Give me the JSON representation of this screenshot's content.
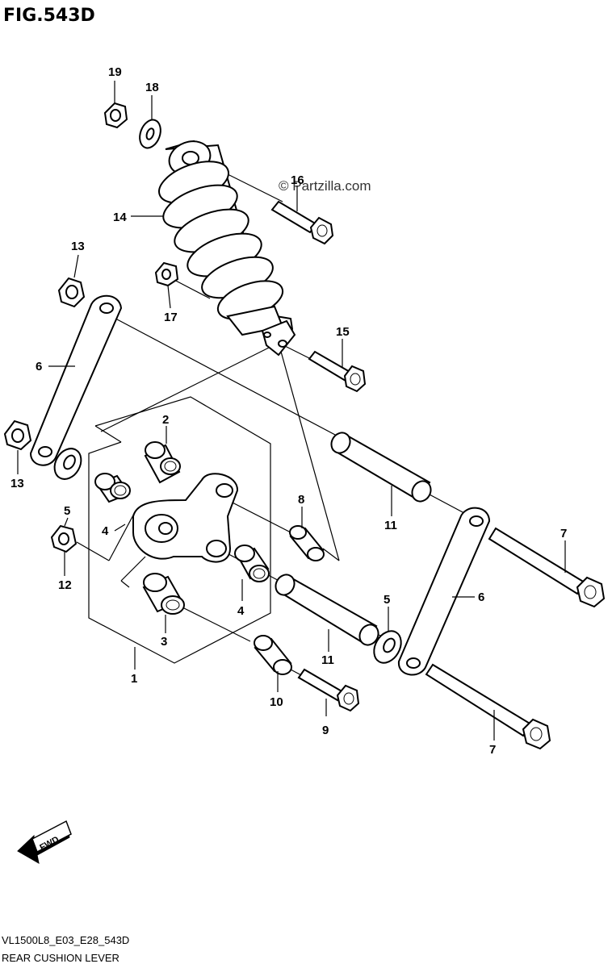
{
  "title": "FIG.543D",
  "watermark": "© Partzilla.com",
  "footer": {
    "code": "VL1500L8_E03_E28_543D",
    "name": "REAR CUSHION LEVER"
  },
  "fwd_label": "FWD",
  "callouts": {
    "c1": "1",
    "c2": "2",
    "c3": "3",
    "c4a": "4",
    "c4b": "4",
    "c5a": "5",
    "c5b": "5",
    "c6a": "6",
    "c6b": "6",
    "c7a": "7",
    "c7b": "7",
    "c8": "8",
    "c9": "9",
    "c10": "10",
    "c11a": "11",
    "c11b": "11",
    "c12": "12",
    "c13a": "13",
    "c13b": "13",
    "c14": "14",
    "c15": "15",
    "c16": "16",
    "c17": "17",
    "c18": "18",
    "c19": "19"
  }
}
